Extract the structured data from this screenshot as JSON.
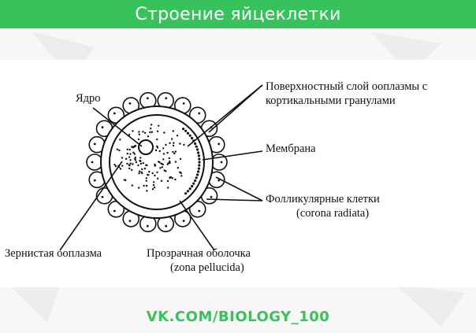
{
  "banner": {
    "title": "Строение яйцеклетки",
    "color": "#37c25b"
  },
  "diagram": {
    "labels": {
      "nucleus": "Ядро",
      "cortical_layer_line1": "Поверхностный  слой ооплазмы с",
      "cortical_layer_line2": "кортикальными гранулами",
      "membrane": "Мембрана",
      "follicular_line1": "Фолликулярные клетки",
      "follicular_line2": "(corona radiata)",
      "granular_ooplasm": "Зернистая ооплазма",
      "zona_line1": "Прозрачная оболочка",
      "zona_line2": "(zona pellucida)"
    }
  },
  "footer": {
    "watermark": "VK.COM/BIOLOGY_100",
    "color": "#38c25b"
  }
}
